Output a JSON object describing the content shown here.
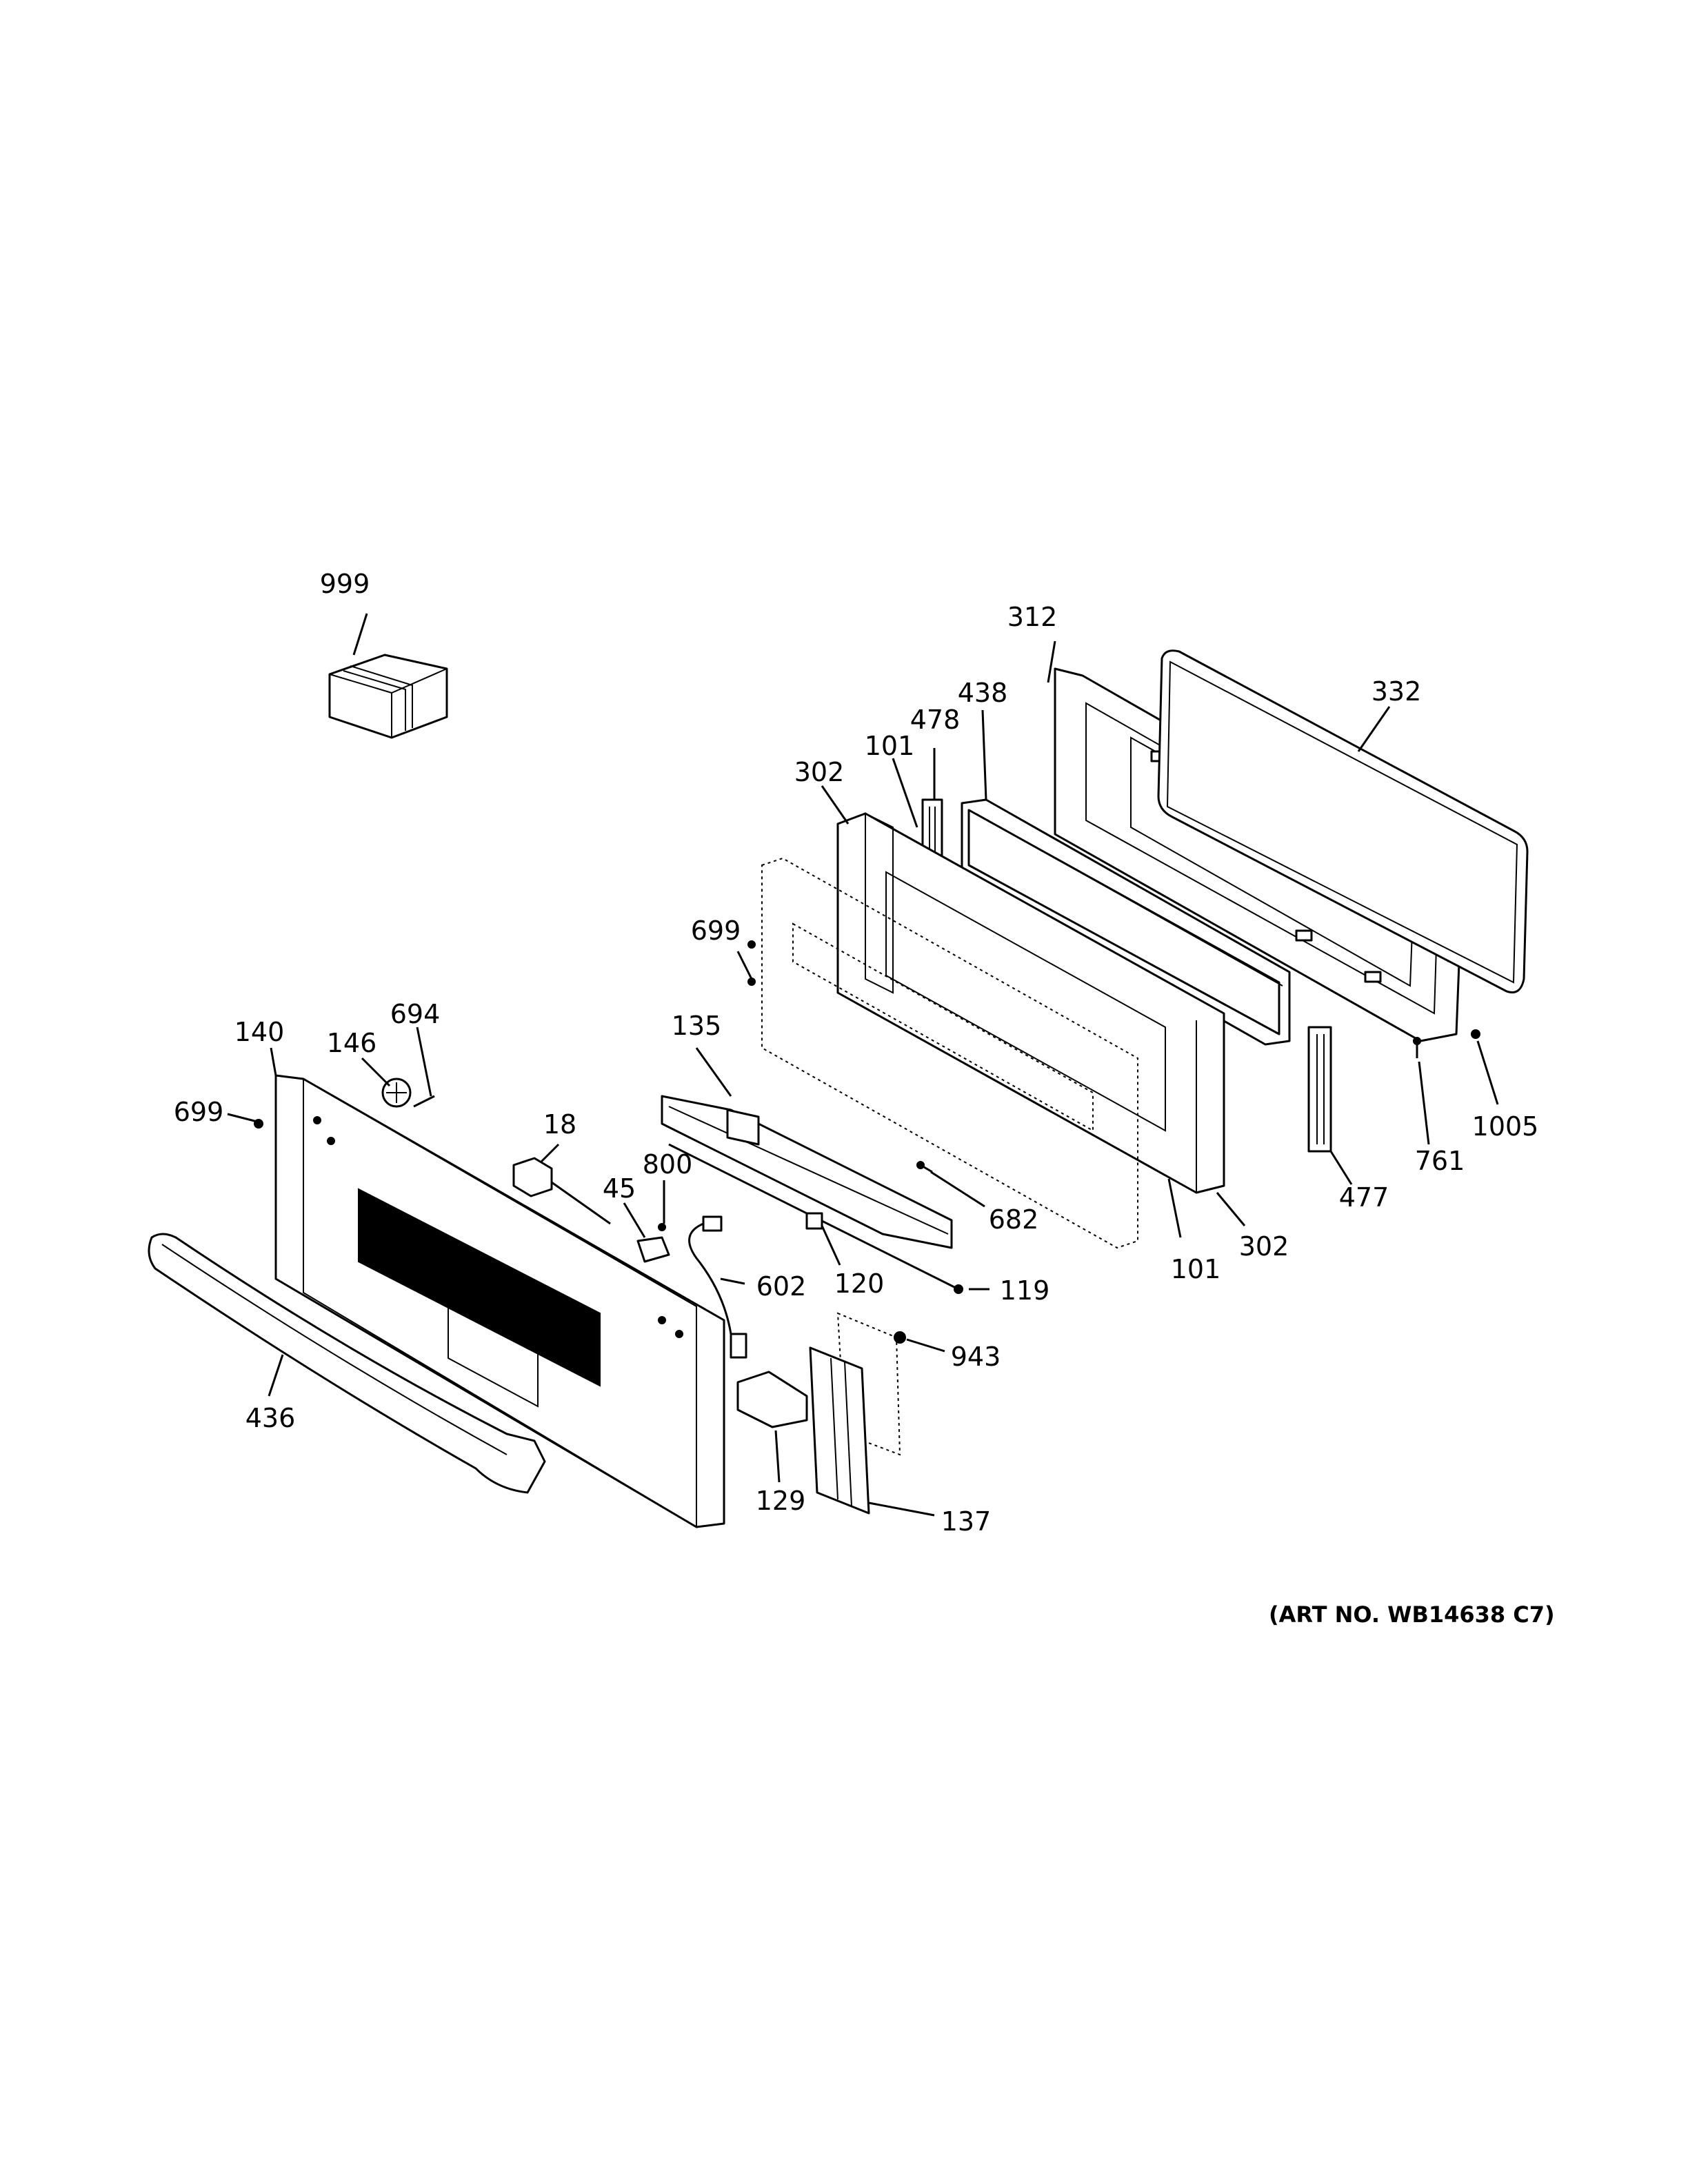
{
  "diagram": {
    "callouts": [
      {
        "id": "999",
        "label": "999"
      },
      {
        "id": "312",
        "label": "312"
      },
      {
        "id": "332",
        "label": "332"
      },
      {
        "id": "438",
        "label": "438"
      },
      {
        "id": "478",
        "label": "478"
      },
      {
        "id": "101-top",
        "label": "101"
      },
      {
        "id": "302-top",
        "label": "302"
      },
      {
        "id": "699-top",
        "label": "699"
      },
      {
        "id": "135",
        "label": "135"
      },
      {
        "id": "140",
        "label": "140"
      },
      {
        "id": "146",
        "label": "146"
      },
      {
        "id": "694",
        "label": "694"
      },
      {
        "id": "699-left",
        "label": "699"
      },
      {
        "id": "18",
        "label": "18"
      },
      {
        "id": "45",
        "label": "45"
      },
      {
        "id": "800",
        "label": "800"
      },
      {
        "id": "602",
        "label": "602"
      },
      {
        "id": "120",
        "label": "120"
      },
      {
        "id": "119",
        "label": "119"
      },
      {
        "id": "682",
        "label": "682"
      },
      {
        "id": "101-bottom",
        "label": "101"
      },
      {
        "id": "302-bottom",
        "label": "302"
      },
      {
        "id": "477",
        "label": "477"
      },
      {
        "id": "761",
        "label": "761"
      },
      {
        "id": "1005",
        "label": "1005"
      },
      {
        "id": "943",
        "label": "943"
      },
      {
        "id": "129",
        "label": "129"
      },
      {
        "id": "137",
        "label": "137"
      },
      {
        "id": "436",
        "label": "436"
      }
    ],
    "art_number": "(ART NO. WB14638 C7)"
  }
}
